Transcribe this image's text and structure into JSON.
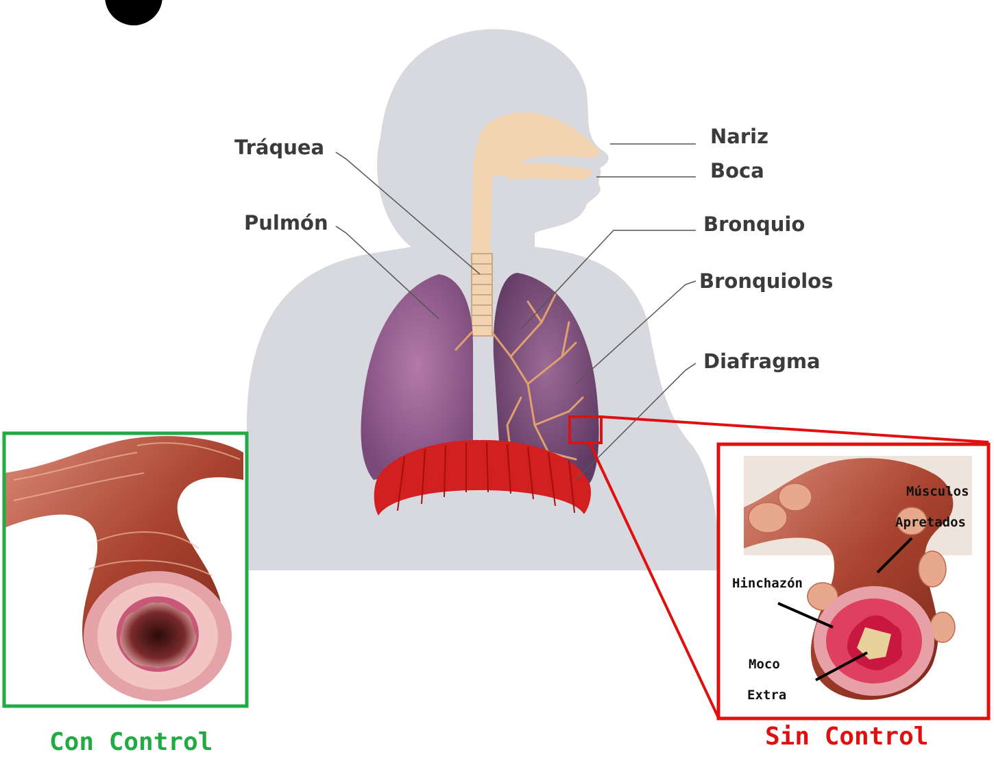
{
  "labels": {
    "traquea": "Tráquea",
    "pulmon": "Pulmón",
    "nariz": "Nariz",
    "boca": "Boca",
    "bronquio": "Bronquio",
    "bronquiolos": "Bronquiolos",
    "diafragma": "Diafragma"
  },
  "inset_right_labels": {
    "musculos": "Músculos",
    "apretados": "Apretados",
    "hinchazon": "Hinchazón",
    "moco": "Moco",
    "extra": "Extra"
  },
  "captions": {
    "con_control": "Con Control",
    "sin_control": "Sin Control"
  },
  "colors": {
    "con_control": "#22aa44",
    "sin_control": "#e01010",
    "body_silhouette": "#d8d9de",
    "lung": "#8a5a8a",
    "diaphragm": "#d21f1f",
    "airway": "#f2d4b0"
  }
}
